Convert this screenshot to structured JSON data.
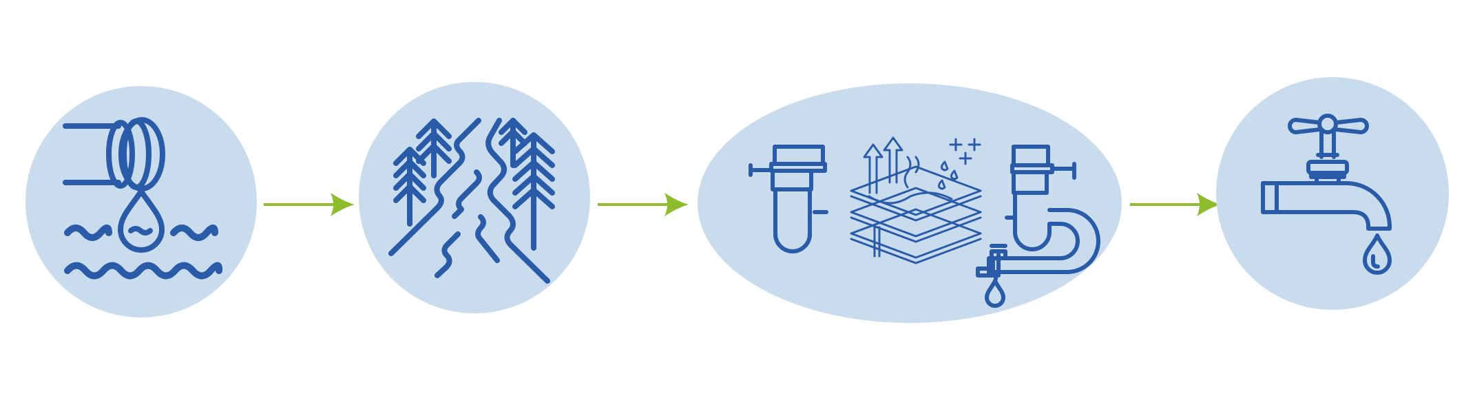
{
  "colors": {
    "background": "#ffffff",
    "stage_fill": "#c9dcee",
    "icon_stroke": "#2a5ba8",
    "arrow": "#8dbd2c"
  },
  "stages": [
    {
      "icon": "pipe-outflow-into-water-icon"
    },
    {
      "icon": "forest-and-soil-icon"
    },
    {
      "icon": "filtration-treatment-icon"
    },
    {
      "icon": "water-tap-icon"
    }
  ],
  "connectors": [
    {
      "icon": "arrow-right-icon",
      "from": 1,
      "to": 2
    },
    {
      "icon": "arrow-right-icon",
      "from": 2,
      "to": 3
    },
    {
      "icon": "arrow-right-icon",
      "from": 3,
      "to": 4
    }
  ]
}
